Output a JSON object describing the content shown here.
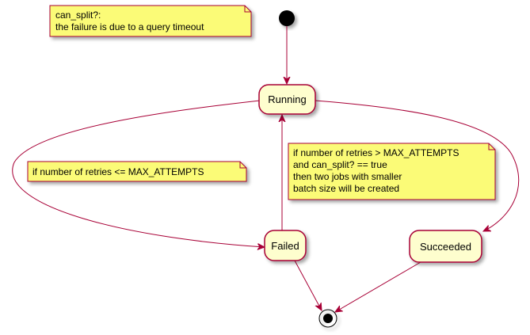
{
  "diagram": {
    "states": {
      "running": "Running",
      "failed": "Failed",
      "succeeded": "Succeeded"
    },
    "notes": {
      "can_split": [
        "can_split?:",
        "the failure is due to a query timeout"
      ],
      "retries_le": [
        "if number of retries <= MAX_ATTEMPTS"
      ],
      "retries_gt": [
        "if number of retries > MAX_ATTEMPTS",
        "and can_split? == true",
        "then two jobs with smaller",
        "batch size will be created"
      ]
    },
    "colors": {
      "state_fill": "#FEFECE",
      "state_border": "#A80036",
      "note_fill": "#FBFB77",
      "note_border": "#A80036",
      "arrow": "#A80036",
      "node": "#000000"
    }
  }
}
